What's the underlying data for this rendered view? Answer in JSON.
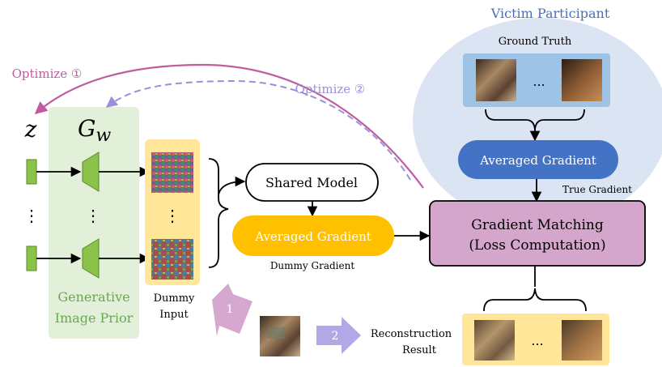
{
  "victim": {
    "title": "Victim Participant",
    "ground_truth_label": "Ground Truth",
    "ellipsis": "...",
    "averaged_gradient_label": "Averaged Gradient",
    "true_gradient_label": "True Gradient"
  },
  "optimize": {
    "label_1": "Optimize ①",
    "label_2": "Optimize ②"
  },
  "generator": {
    "z_symbol": "z",
    "g_symbol": "G",
    "g_subscript": "w",
    "prior_line1": "Generative",
    "prior_line2": "Image Prior",
    "dots": "⋮"
  },
  "dummy": {
    "dots": "⋮",
    "input_line1": "Dummy",
    "input_line2": "Input"
  },
  "shared_model_label": "Shared Model",
  "dummy_gradient": {
    "box_label": "Averaged Gradient",
    "caption": "Dummy Gradient"
  },
  "matching": {
    "line1": "Gradient Matching",
    "line2": "(Loss Computation)"
  },
  "steps": {
    "step1": "1",
    "step2": "2"
  },
  "reconstruction": {
    "line1": "Reconstruction",
    "line2": "Result",
    "ellipsis": "..."
  },
  "colors": {
    "victim_ellipse": "#dbe4f3",
    "victim_title": "#4a6fb5",
    "ground_truth_box": "#9dc3e6",
    "true_avg_gradient": "#4472c4",
    "dummy_avg_gradient": "#ffc000",
    "dummy_input_box": "#ffe699",
    "matching_box": "#d5a6cc",
    "generator_panel": "#e2efd9",
    "generator_green": "#8bc34a",
    "optimize_1": "#c05b9e",
    "optimize_2": "#9b8fd9",
    "step_1": "#d7a8cf",
    "step_2": "#b4a7e6",
    "prior_text": "#6aa84f"
  }
}
